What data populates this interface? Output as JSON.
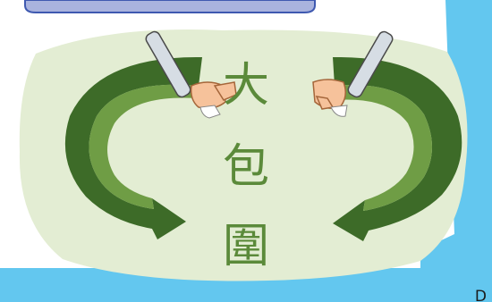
{
  "title_characters": [
    "大",
    "包",
    "圍"
  ],
  "corner_text": "D",
  "icons": {
    "arrow_left": "curved-arrow-left-icon",
    "arrow_right": "curved-arrow-right-icon",
    "hand_left": "hand-holding-baton-left-icon",
    "hand_right": "hand-holding-baton-right-icon"
  },
  "colors": {
    "background_green": "#e3edd3",
    "arrow_dark": "#3d6b28",
    "arrow_light": "#6f9d45",
    "text_green": "#5b8a3a",
    "top_banner": "#a9b3de",
    "side_band": "#63c7ef"
  }
}
